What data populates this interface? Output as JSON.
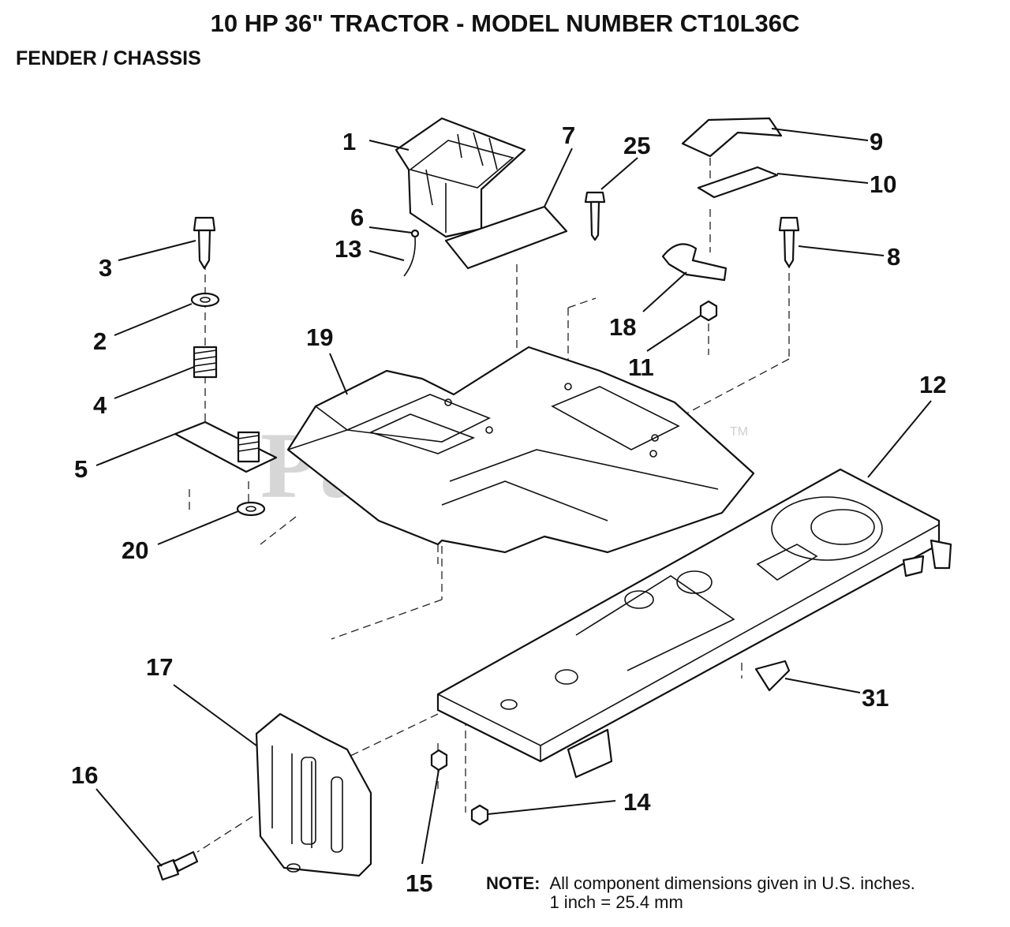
{
  "title": "10 HP 36\" TRACTOR  - MODEL NUMBER CT10L36C",
  "subtitle": "FENDER / CHASSIS",
  "watermark": "PartsTree",
  "trademark": "TM",
  "callouts": {
    "c1": "1",
    "c2": "2",
    "c3": "3",
    "c4": "4",
    "c5": "5",
    "c6": "6",
    "c7": "7",
    "c8": "8",
    "c9": "9",
    "c10": "10",
    "c11": "11",
    "c12": "12",
    "c13": "13",
    "c14": "14",
    "c15": "15",
    "c16": "16",
    "c17": "17",
    "c18": "18",
    "c19": "19",
    "c20": "20",
    "c25": "25",
    "c31": "31"
  },
  "note": {
    "label": "NOTE:",
    "line1": "All component dimensions given in U.S. inches.",
    "line2": "1 inch = 25.4 mm"
  }
}
